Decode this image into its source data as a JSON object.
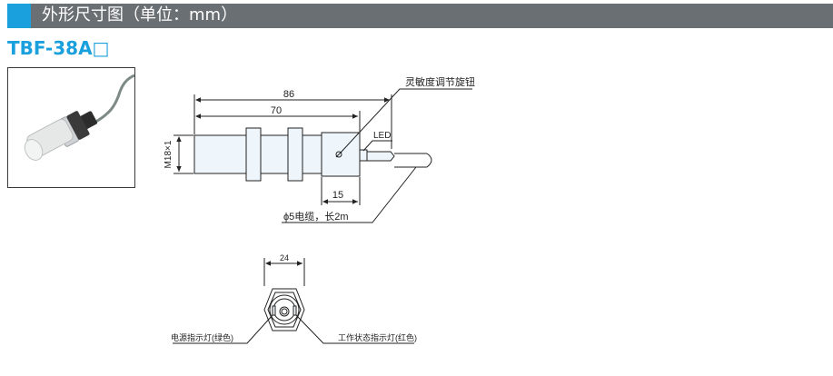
{
  "header": {
    "title": "外形尺寸图（单位：mm）",
    "accent_color": "#1aa0dc",
    "bar_color": "#6a6f73"
  },
  "model": {
    "name": "TBF-38A□",
    "color": "#1aa0dc"
  },
  "side_view": {
    "dim_overall": "86",
    "dim_body": "70",
    "dim_thread": "M18×1",
    "dim_tail": "15",
    "label_knob": "灵敏度调节旋钮",
    "label_led": "LED",
    "label_cable": "ϕ5电缆，长2m"
  },
  "front_view": {
    "dim_width": "24",
    "label_power_led": "电源指示灯(绿色)",
    "label_status_led": "工作状态指示灯(红色)"
  }
}
